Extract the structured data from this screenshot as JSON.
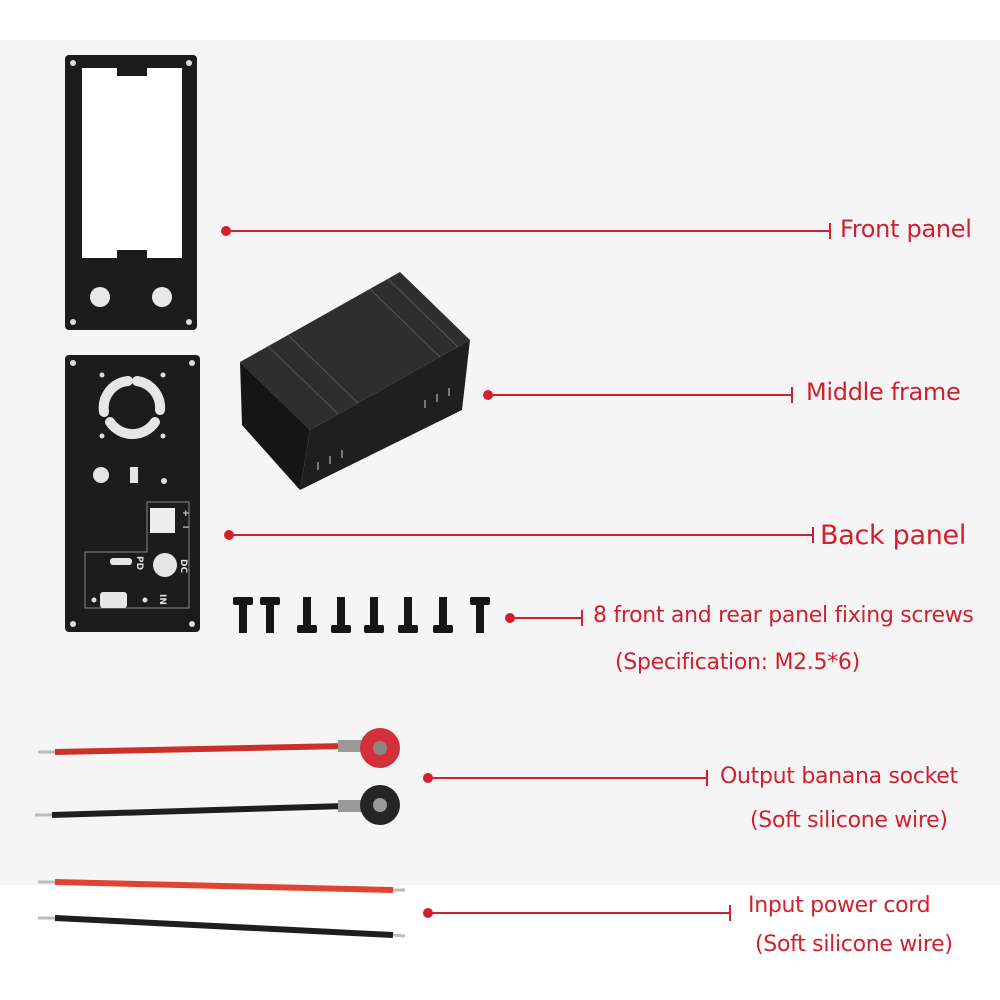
{
  "labels": {
    "front_panel": "Front panel",
    "middle_frame": "Middle frame",
    "back_panel": "Back panel",
    "screws": "8 front and rear panel fixing screws",
    "screws_spec": "(Specification: M2.5*6)",
    "output_socket": "Output banana socket",
    "output_socket_note": "(Soft silicone wire)",
    "input_cord": "Input power cord",
    "input_cord_note": "(Soft silicone wire)"
  },
  "back_panel_markings": {
    "plus": "+",
    "minus": "−",
    "pd": "PD",
    "dc": "DC",
    "in": "IN"
  },
  "colors": {
    "label_red": "#d21f2e",
    "panel_black": "#1c1c1c",
    "wire_red": "#c8322a",
    "wire_black": "#1e1e1e"
  }
}
